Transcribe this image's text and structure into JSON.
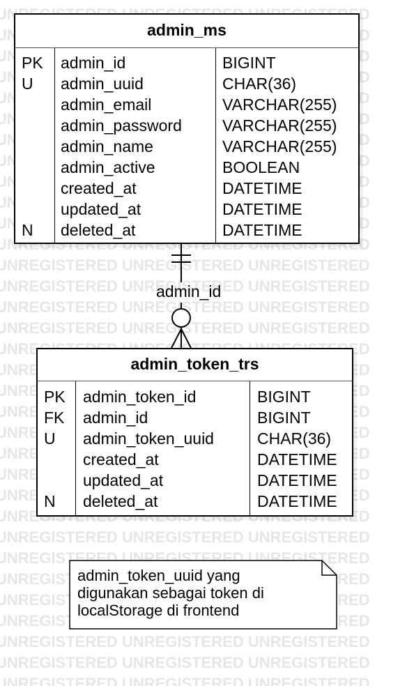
{
  "watermark": {
    "text": "UNREGISTERED UNREGISTERED UNREGISTERED"
  },
  "entities": [
    {
      "name": "admin_ms",
      "rows": [
        {
          "key": "PK",
          "name": "admin_id",
          "type": "BIGINT"
        },
        {
          "key": "U",
          "name": "admin_uuid",
          "type": "CHAR(36)"
        },
        {
          "key": "",
          "name": "admin_email",
          "type": "VARCHAR(255)"
        },
        {
          "key": "",
          "name": "admin_password",
          "type": "VARCHAR(255)"
        },
        {
          "key": "",
          "name": "admin_name",
          "type": "VARCHAR(255)"
        },
        {
          "key": "",
          "name": "admin_active",
          "type": "BOOLEAN"
        },
        {
          "key": "",
          "name": "created_at",
          "type": "DATETIME"
        },
        {
          "key": "",
          "name": "updated_at",
          "type": "DATETIME"
        },
        {
          "key": "N",
          "name": "deleted_at",
          "type": "DATETIME"
        }
      ]
    },
    {
      "name": "admin_token_trs",
      "rows": [
        {
          "key": "PK",
          "name": "admin_token_id",
          "type": "BIGINT"
        },
        {
          "key": "FK",
          "name": "admin_id",
          "type": "BIGINT"
        },
        {
          "key": "U",
          "name": "admin_token_uuid",
          "type": "CHAR(36)"
        },
        {
          "key": "",
          "name": "created_at",
          "type": "DATETIME"
        },
        {
          "key": "",
          "name": "updated_at",
          "type": "DATETIME"
        },
        {
          "key": "N",
          "name": "deleted_at",
          "type": "DATETIME"
        }
      ]
    }
  ],
  "relationship": {
    "label": "admin_id"
  },
  "note": {
    "lines": [
      "admin_token_uuid yang",
      "digunakan sebagai token di",
      "localStorage di frontend"
    ]
  }
}
